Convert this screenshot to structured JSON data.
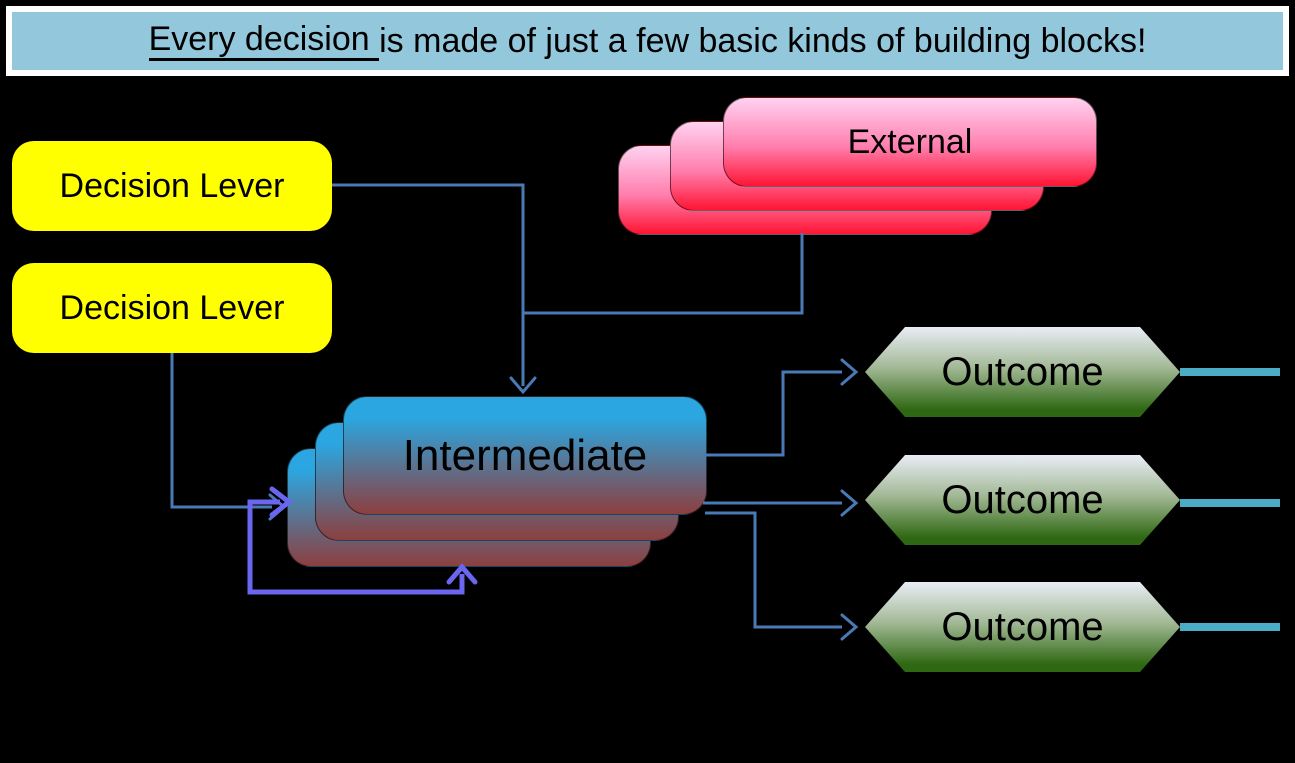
{
  "title": {
    "underlined": "Every decision ",
    "rest": "is made of just a few basic kinds of building blocks!"
  },
  "nodes": {
    "decision_lever_1": {
      "label": "Decision Lever"
    },
    "decision_lever_2": {
      "label": "Decision Lever"
    },
    "external": {
      "label": "External",
      "stack_count": 3
    },
    "intermediate": {
      "label": "Intermediate",
      "stack_count": 3
    },
    "outcome_1": {
      "label": "Outcome"
    },
    "outcome_2": {
      "label": "Outcome"
    },
    "outcome_3": {
      "label": "Outcome"
    }
  },
  "colors": {
    "background": "#000000",
    "title-fill": "#92C7DC",
    "title-border": "#FFFFFF",
    "title-text": "#000000",
    "node-text": "#000000",
    "lever-fill": "#FFFF00",
    "external-top": "#FFD2F0",
    "external-mid": "#FF7FAE",
    "external-bottom": "#FF1433",
    "intermediate-top": "#2BA6E0",
    "intermediate-bottom": "#8C3F3F",
    "outcome-top": "#E9EDF6",
    "outcome-mid": "#A3B996",
    "outcome-bottom": "#2E6812",
    "stack-border": "#00000090",
    "connector": "#4A7AB5",
    "loop": "#6A66F0",
    "result-line": "#4BACC6"
  }
}
